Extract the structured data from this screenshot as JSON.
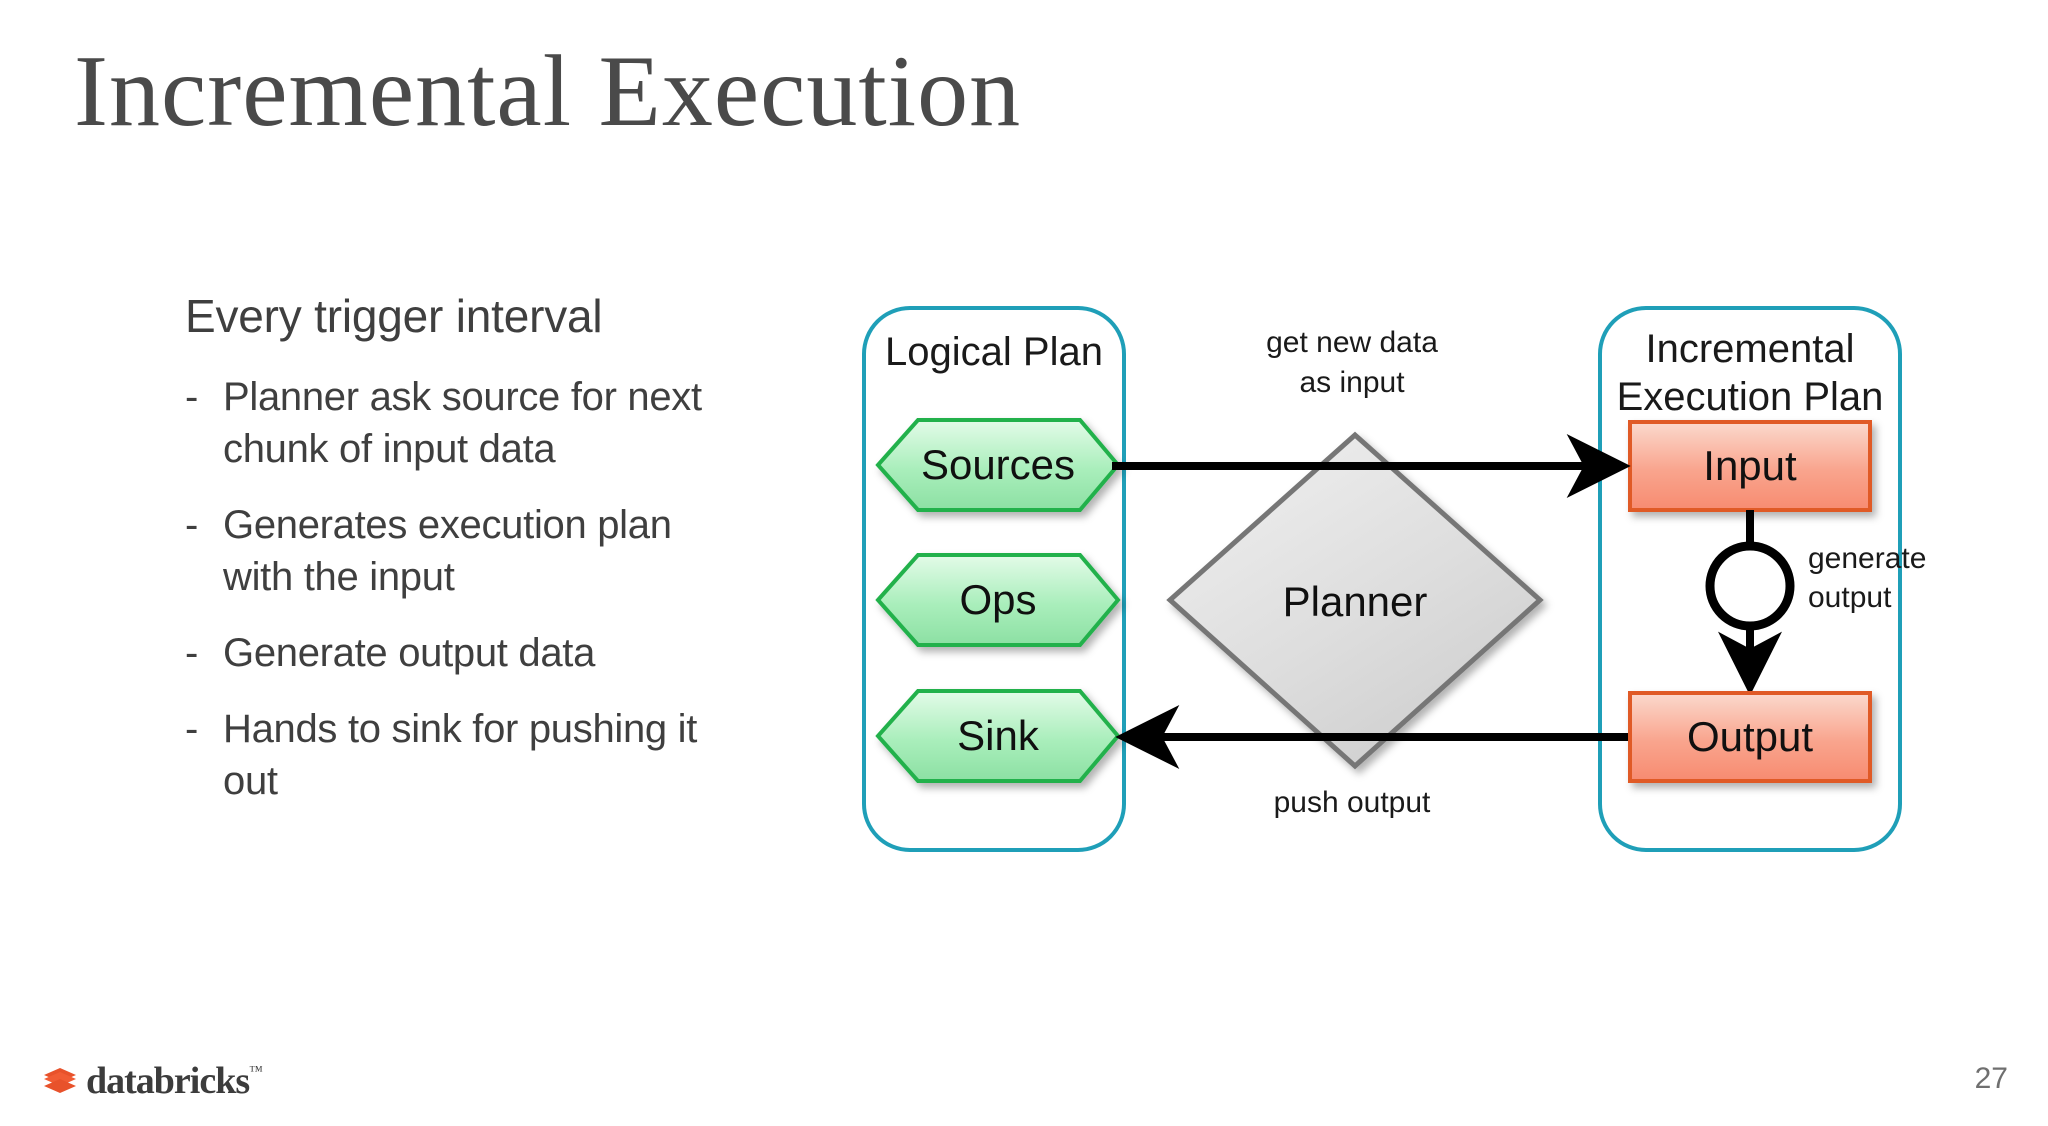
{
  "slide": {
    "title": "Incremental Execution",
    "page_number": "27"
  },
  "left": {
    "lead": "Every trigger interval",
    "bullets": [
      {
        "marker": "-",
        "text": "Planner ask source for next chunk of input data"
      },
      {
        "marker": "-",
        "text": "Generates execution plan with the input"
      },
      {
        "marker": "-",
        "text": "Generate output data"
      },
      {
        "marker": "-",
        "text": "Hands to sink for pushing it out"
      }
    ]
  },
  "diagram": {
    "logical_plan": {
      "title": "Logical Plan",
      "nodes": [
        {
          "label": "Sources",
          "shape": "hexagon",
          "color": "#8fe3a8"
        },
        {
          "label": "Ops",
          "shape": "hexagon",
          "color": "#8fe3a8"
        },
        {
          "label": "Sink",
          "shape": "hexagon",
          "color": "#8fe3a8"
        }
      ]
    },
    "planner": {
      "label": "Planner",
      "shape": "diamond",
      "color": "#d9d9d9"
    },
    "execution_plan": {
      "title_line1": "Incremental",
      "title_line2": "Execution Plan",
      "nodes": [
        {
          "label": "Input",
          "shape": "rect",
          "color": "#f8907a"
        },
        {
          "label": "Output",
          "shape": "rect",
          "color": "#f8907a"
        }
      ],
      "gate": {
        "label": "circle-node",
        "shape": "circle"
      }
    },
    "edges": [
      {
        "label_line1": "get new data",
        "label_line2": "as input",
        "from": "Sources",
        "to": "Input"
      },
      {
        "label_line1": "generate",
        "label_line2": "output",
        "from": "Input",
        "to": "Output"
      },
      {
        "label_line1": "push output",
        "label_line2": "",
        "from": "Output",
        "to": "Sink"
      }
    ],
    "panel_border_color": "#1f9fb8"
  },
  "footer": {
    "brand": "databricks",
    "trademark": "™"
  }
}
